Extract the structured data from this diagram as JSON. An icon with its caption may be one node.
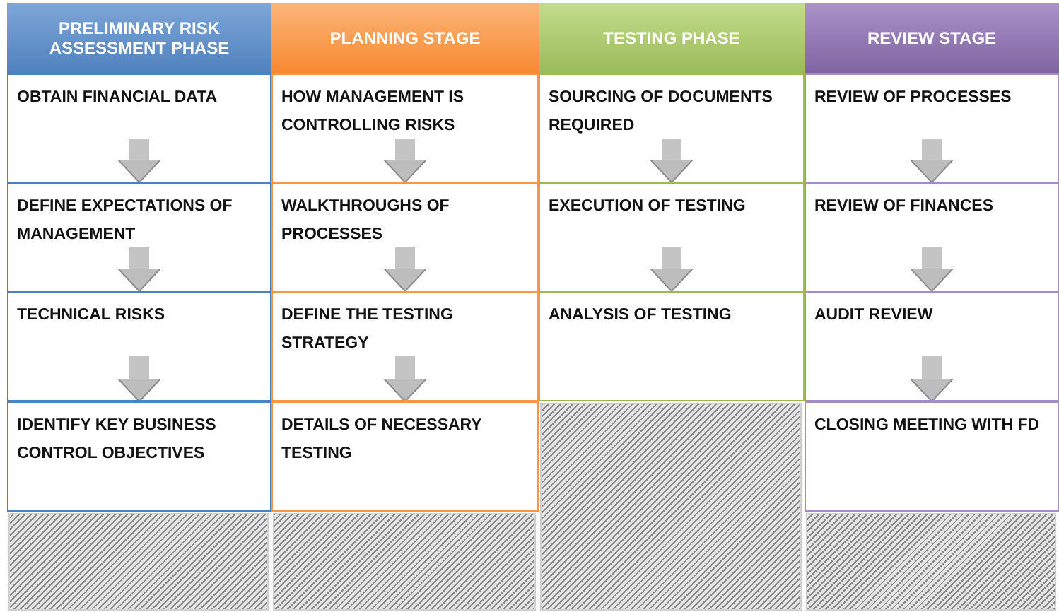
{
  "diagram": {
    "nodes": [
      {
        "text": [
          "PRELIMINARY RISK ASSESSMENT PHASE"
        ]
      },
      {
        "text": [
          "PLANNING STAGE"
        ]
      },
      {
        "text": [
          "TESTING PHASE"
        ]
      },
      {
        "text": [
          "REVIEW STAGE"
        ]
      },
      {
        "text": [
          "OBTAIN FINANCIAL DATA"
        ]
      },
      {
        "text": [
          "DEFINE EXPECTATIONS OF MANAGEMENT"
        ]
      },
      {
        "text": [
          "TECHNICAL RISKS"
        ]
      },
      {
        "text": [
          "IDENTIFY KEY BUSINESS CONTROL OBJECTIVES"
        ]
      },
      {
        "text": [
          "HOW MANAGEMENT IS CONTROLLING RISKS"
        ]
      },
      {
        "text": [
          "WALKTHROUGHS OF PROCESSES"
        ]
      },
      {
        "text": [
          "DEFINE THE TESTING STRATEGY"
        ]
      },
      {
        "text": [
          "DETAILS OF NECESSARY TESTING"
        ]
      },
      {
        "text": [
          "SOURCING OF DOCUMENTS REQUIRED"
        ]
      },
      {
        "text": [
          "EXECUTION OF TESTING"
        ]
      },
      {
        "text": [
          "ANALYSIS OF TESTING"
        ]
      },
      {
        "text": [
          "REVIEW OF PROCESSES"
        ]
      },
      {
        "text": [
          "REVIEW OF FINANCES"
        ]
      },
      {
        "text": [
          "AUDIT REVIEW"
        ]
      },
      {
        "text": [
          "CLOSING MEETING WITH FD"
        ]
      },
      {
        "text": [],
        "shape": "box"
      },
      {
        "text": [],
        "shape": "box"
      },
      {
        "text": [],
        "shape": "box"
      },
      {
        "text": [],
        "shape": "box"
      }
    ],
    "edges": [
      {
        "from": 4,
        "to": 5,
        "arrow": "to"
      },
      {
        "from": 5,
        "to": 6,
        "arrow": "to"
      },
      {
        "from": 6,
        "to": 7,
        "arrow": "to"
      },
      {
        "from": 8,
        "to": 9,
        "arrow": "to"
      },
      {
        "from": 9,
        "to": 10,
        "arrow": "to"
      },
      {
        "from": 10,
        "to": 11,
        "arrow": "to"
      },
      {
        "from": 12,
        "to": 13,
        "arrow": "to"
      },
      {
        "from": 13,
        "to": 14,
        "arrow": "to"
      },
      {
        "from": 15,
        "to": 16,
        "arrow": "to"
      },
      {
        "from": 16,
        "to": 17,
        "arrow": "to"
      },
      {
        "from": 17,
        "to": 18,
        "arrow": "to"
      }
    ]
  }
}
